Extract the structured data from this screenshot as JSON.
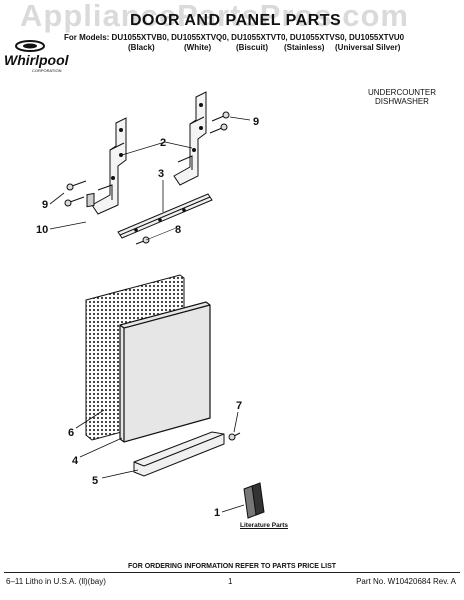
{
  "watermark": "AppliancePartsPros.com",
  "header": {
    "title": "DOOR AND PANEL PARTS",
    "models_line": "For Models: DU1055XTVB0, DU1055XTVQ0, DU1055XTVT0, DU1055XTVS0, DU1055XTVU0",
    "colors": [
      "(Black)",
      "(White)",
      "(Biscuit)",
      "(Stainless)",
      "(Universal Silver)"
    ],
    "brand": "Whirlpool",
    "brand_sub": "CORPORATION",
    "product_line1": "UNDERCOUNTER",
    "product_line2": "DISHWASHER"
  },
  "callouts": {
    "c1": "1",
    "c2": "2",
    "c3": "3",
    "c4": "4",
    "c5": "5",
    "c6": "6",
    "c7": "7",
    "c8": "8",
    "c9a": "9",
    "c9b": "9",
    "c10": "10"
  },
  "literature_label": "Literature Parts",
  "footer": {
    "ordering": "FOR ORDERING INFORMATION REFER TO PARTS PRICE LIST",
    "litho": "6–11 Litho in U.S.A. (ll)(bay)",
    "page": "1",
    "part_no": "Part No. W10420684 Rev. A"
  },
  "colors_hex": {
    "ink": "#111111",
    "panel_fill": "#e6e6e6",
    "watermark": "#969696"
  }
}
